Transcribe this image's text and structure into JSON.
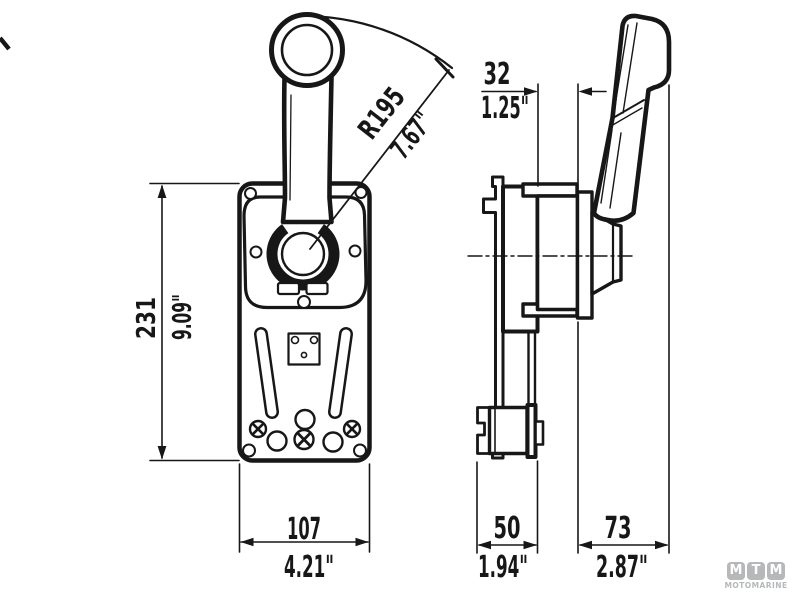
{
  "front": {
    "height": {
      "mm": "231",
      "in": "9.09\""
    },
    "width": {
      "mm": "107",
      "in": "4.21\""
    },
    "radius": {
      "mm": "R195",
      "in": "7.67\""
    }
  },
  "side": {
    "offset": {
      "mm": "32",
      "in": "1.25\""
    },
    "rear_depth": {
      "mm": "50",
      "in": "1.94\""
    },
    "front_depth": {
      "mm": "73",
      "in": "2.87\""
    }
  },
  "logo": {
    "tiles": [
      "M",
      "T",
      "M"
    ],
    "wordmark": "MOTOMARINE"
  },
  "colors": {
    "ink": "#171717",
    "logo_gray": "#b6b8b9",
    "background": "#ffffff"
  }
}
